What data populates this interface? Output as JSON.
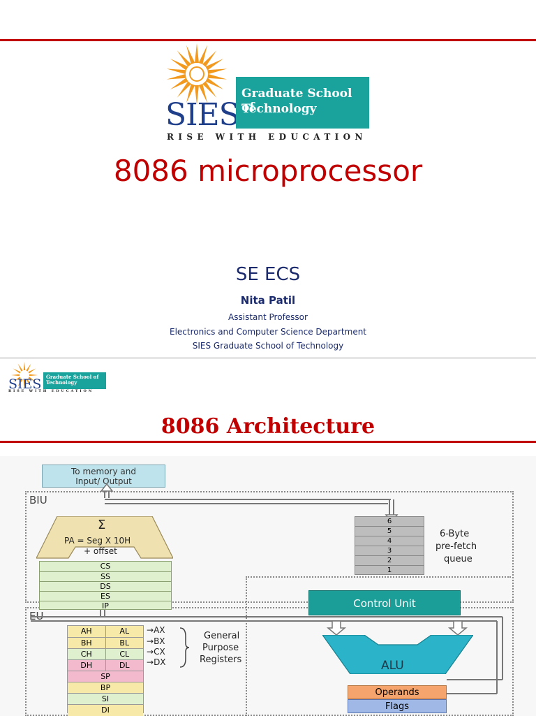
{
  "logo": {
    "brand": "SIES",
    "school_line1": "Graduate School of",
    "school_line2": "Technology",
    "tagline": "RISE WITH EDUCATION"
  },
  "slide1": {
    "title": "8086 microprocessor",
    "course": "SE ECS",
    "presenter": "Nita Patil",
    "role": "Assistant Professor",
    "department": "Electronics and Computer Science Department",
    "institution": "SIES Graduate School of Technology"
  },
  "slide2": {
    "title": "8086 Architecture",
    "diagram": {
      "memory_box_line1": "To memory and",
      "memory_box_line2": "Input/ Output",
      "biu_label": "BIU",
      "eu_label": "EU",
      "sigma": "Σ",
      "pa_line1": "PA = Seg X 10H",
      "pa_line2": "+ offset",
      "segment_registers": [
        "CS",
        "SS",
        "DS",
        "ES",
        "IP"
      ],
      "queue_slots": [
        "6",
        "5",
        "4",
        "3",
        "2",
        "1"
      ],
      "queue_label": [
        "6-Byte",
        "pre-fetch",
        "queue"
      ],
      "control_unit": "Control Unit",
      "gp_registers": [
        {
          "high": "AH",
          "low": "AL",
          "pair": "AX"
        },
        {
          "high": "BH",
          "low": "BL",
          "pair": "BX"
        },
        {
          "high": "CH",
          "low": "CL",
          "pair": "CX"
        },
        {
          "high": "DH",
          "low": "DL",
          "pair": "DX"
        }
      ],
      "pointer_registers": [
        "SP",
        "BP",
        "SI",
        "DI"
      ],
      "gp_label": [
        "General",
        "Purpose",
        "Registers"
      ],
      "alu": "ALU",
      "operands": "Operands",
      "flags": "Flags"
    }
  },
  "colors": {
    "accent_red": "#c00000",
    "brand_blue": "#1f3f8a",
    "teal": "#1aa39c",
    "sun_orange": "#f29a1f"
  }
}
